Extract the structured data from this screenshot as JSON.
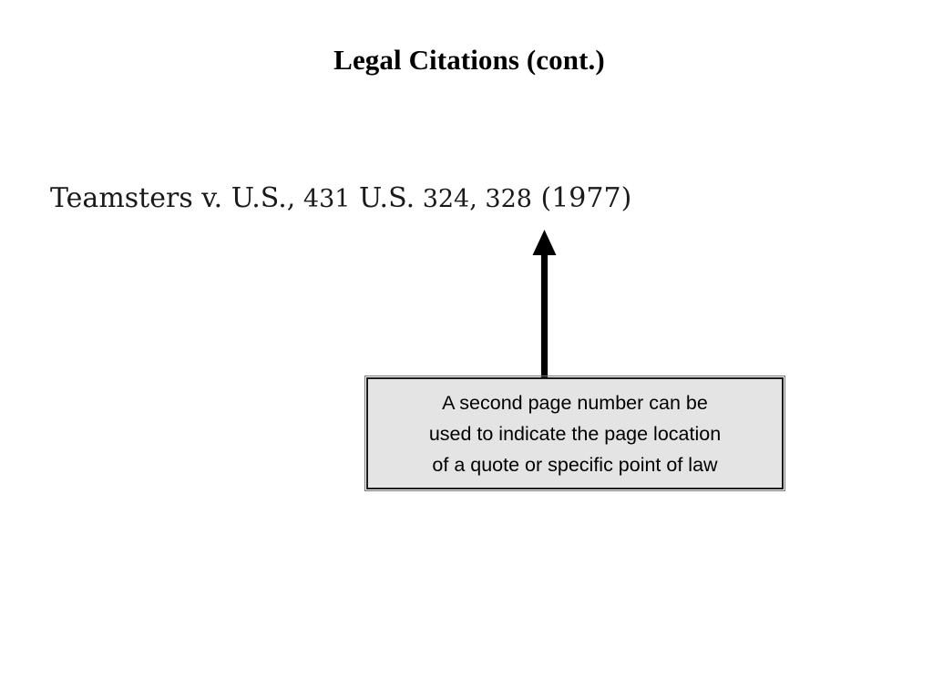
{
  "slide": {
    "title": "Legal Citations (cont.)",
    "background_color": "#ffffff",
    "text_color": "#000000"
  },
  "citation": {
    "full_text": "Teamsters v. U.S., 431 U.S. 324, 328 (1977)",
    "case_name": "Teamsters v. U.S.,",
    "volume": "431",
    "reporter": "U.S.",
    "first_page": "324,",
    "pinpoint_page": "328",
    "year": "(1977)"
  },
  "arrow": {
    "icon": "arrow-up-icon",
    "direction": "up",
    "color": "#000000",
    "points_to": "328"
  },
  "callout": {
    "lines": [
      "A second page number can be",
      "used to indicate the page location",
      "of a quote or specific point of law"
    ],
    "background_color": "#e4e4e4",
    "border_color": "#1a1a1a"
  }
}
